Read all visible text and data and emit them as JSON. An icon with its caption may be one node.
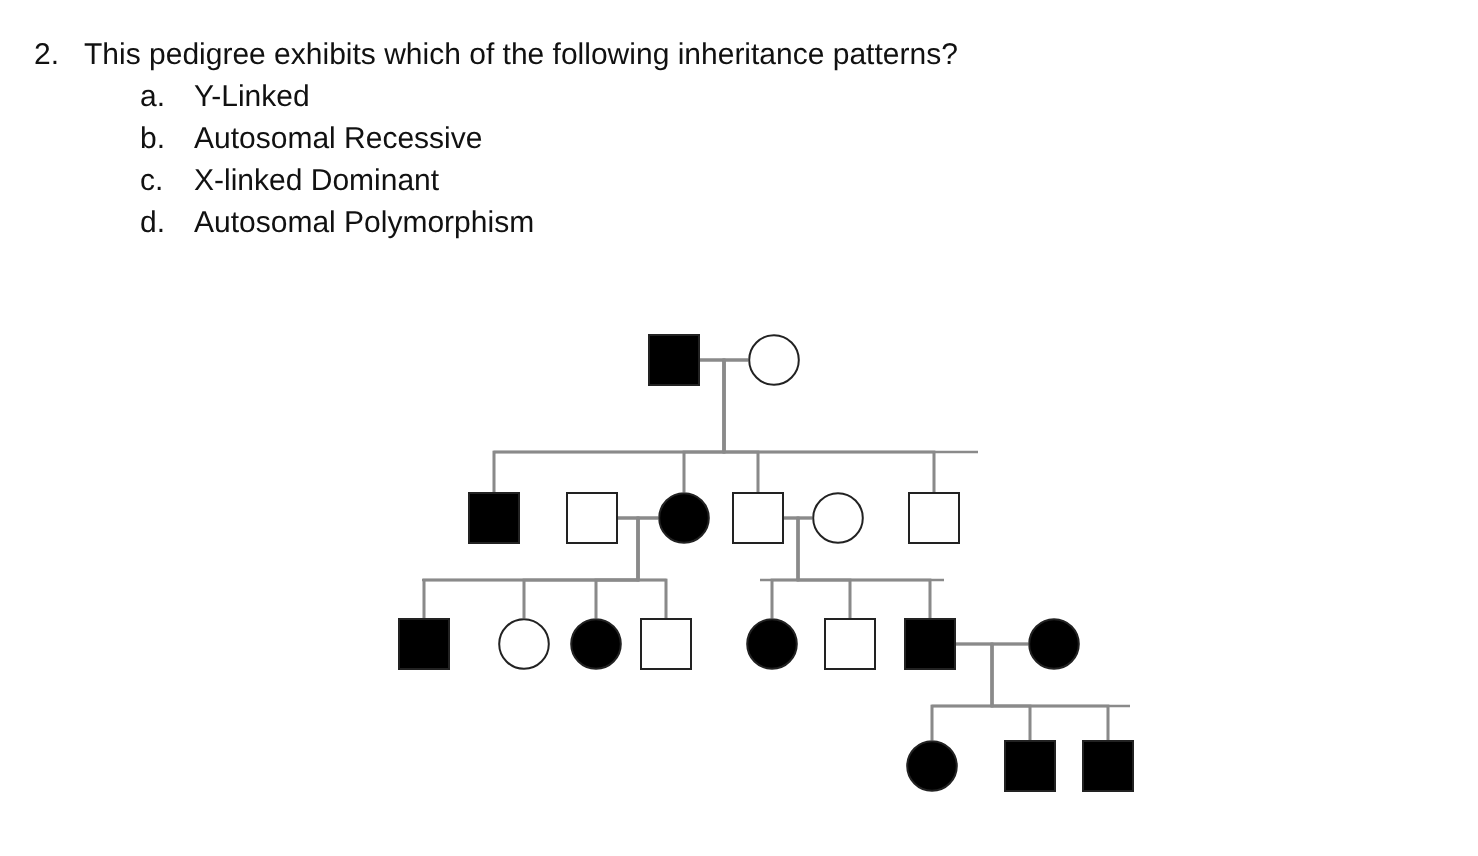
{
  "diagram": {
    "nodes": [
      {
        "text": [],
        "shape": "filled-square"
      },
      {
        "text": [],
        "shape": "circle"
      },
      {
        "text": [],
        "shape": "filled-square"
      },
      {
        "text": [],
        "shape": "square"
      },
      {
        "text": [],
        "shape": "filled-circle"
      },
      {
        "text": [],
        "shape": "square"
      },
      {
        "text": [],
        "shape": "circle"
      },
      {
        "text": [],
        "shape": "square"
      },
      {
        "text": [],
        "shape": "filled-square"
      },
      {
        "text": [],
        "shape": "circle"
      },
      {
        "text": [],
        "shape": "filled-circle"
      },
      {
        "text": [],
        "shape": "square"
      },
      {
        "text": [],
        "shape": "filled-circle"
      },
      {
        "text": [],
        "shape": "square"
      },
      {
        "text": [],
        "shape": "filled-square"
      },
      {
        "text": [],
        "shape": "filled-circle"
      },
      {
        "text": [],
        "shape": "filled-circle"
      },
      {
        "text": [],
        "shape": "filled-square"
      },
      {
        "text": [],
        "shape": "filled-square"
      }
    ],
    "edges": [
      {
        "from": 0,
        "to": 1,
        "arrow": "none"
      },
      {
        "from": 0,
        "to": 2,
        "arrow": "none"
      },
      {
        "from": 0,
        "to": 4,
        "arrow": "none"
      },
      {
        "from": 0,
        "to": 5,
        "arrow": "none"
      },
      {
        "from": 0,
        "to": 7,
        "arrow": "none"
      },
      {
        "from": 1,
        "to": 2,
        "arrow": "none"
      },
      {
        "from": 1,
        "to": 4,
        "arrow": "none"
      },
      {
        "from": 1,
        "to": 5,
        "arrow": "none"
      },
      {
        "from": 1,
        "to": 7,
        "arrow": "none"
      },
      {
        "from": 3,
        "to": 4,
        "arrow": "none"
      },
      {
        "from": 3,
        "to": 8,
        "arrow": "none"
      },
      {
        "from": 3,
        "to": 9,
        "arrow": "none"
      },
      {
        "from": 3,
        "to": 10,
        "arrow": "none"
      },
      {
        "from": 3,
        "to": 11,
        "arrow": "none"
      },
      {
        "from": 4,
        "to": 8,
        "arrow": "none"
      },
      {
        "from": 4,
        "to": 9,
        "arrow": "none"
      },
      {
        "from": 4,
        "to": 10,
        "arrow": "none"
      },
      {
        "from": 4,
        "to": 11,
        "arrow": "none"
      },
      {
        "from": 5,
        "to": 6,
        "arrow": "none"
      },
      {
        "from": 5,
        "to": 12,
        "arrow": "none"
      },
      {
        "from": 5,
        "to": 13,
        "arrow": "none"
      },
      {
        "from": 5,
        "to": 14,
        "arrow": "none"
      },
      {
        "from": 6,
        "to": 12,
        "arrow": "none"
      },
      {
        "from": 6,
        "to": 13,
        "arrow": "none"
      },
      {
        "from": 6,
        "to": 14,
        "arrow": "none"
      },
      {
        "from": 14,
        "to": 15,
        "arrow": "none"
      },
      {
        "from": 14,
        "to": 16,
        "arrow": "none"
      },
      {
        "from": 14,
        "to": 17,
        "arrow": "none"
      },
      {
        "from": 14,
        "to": 18,
        "arrow": "none"
      },
      {
        "from": 15,
        "to": 16,
        "arrow": "none"
      },
      {
        "from": 15,
        "to": 17,
        "arrow": "none"
      },
      {
        "from": 15,
        "to": 18,
        "arrow": "none"
      }
    ],
    "labels": [
      "2.",
      "This pedigree exhibits which of the following inheritance patterns?",
      "a.",
      "Y-Linked",
      "b.",
      "Autosomal Recessive",
      "c.",
      "X-linked Dominant",
      "d.",
      "Autosomal Polymorphism"
    ]
  }
}
